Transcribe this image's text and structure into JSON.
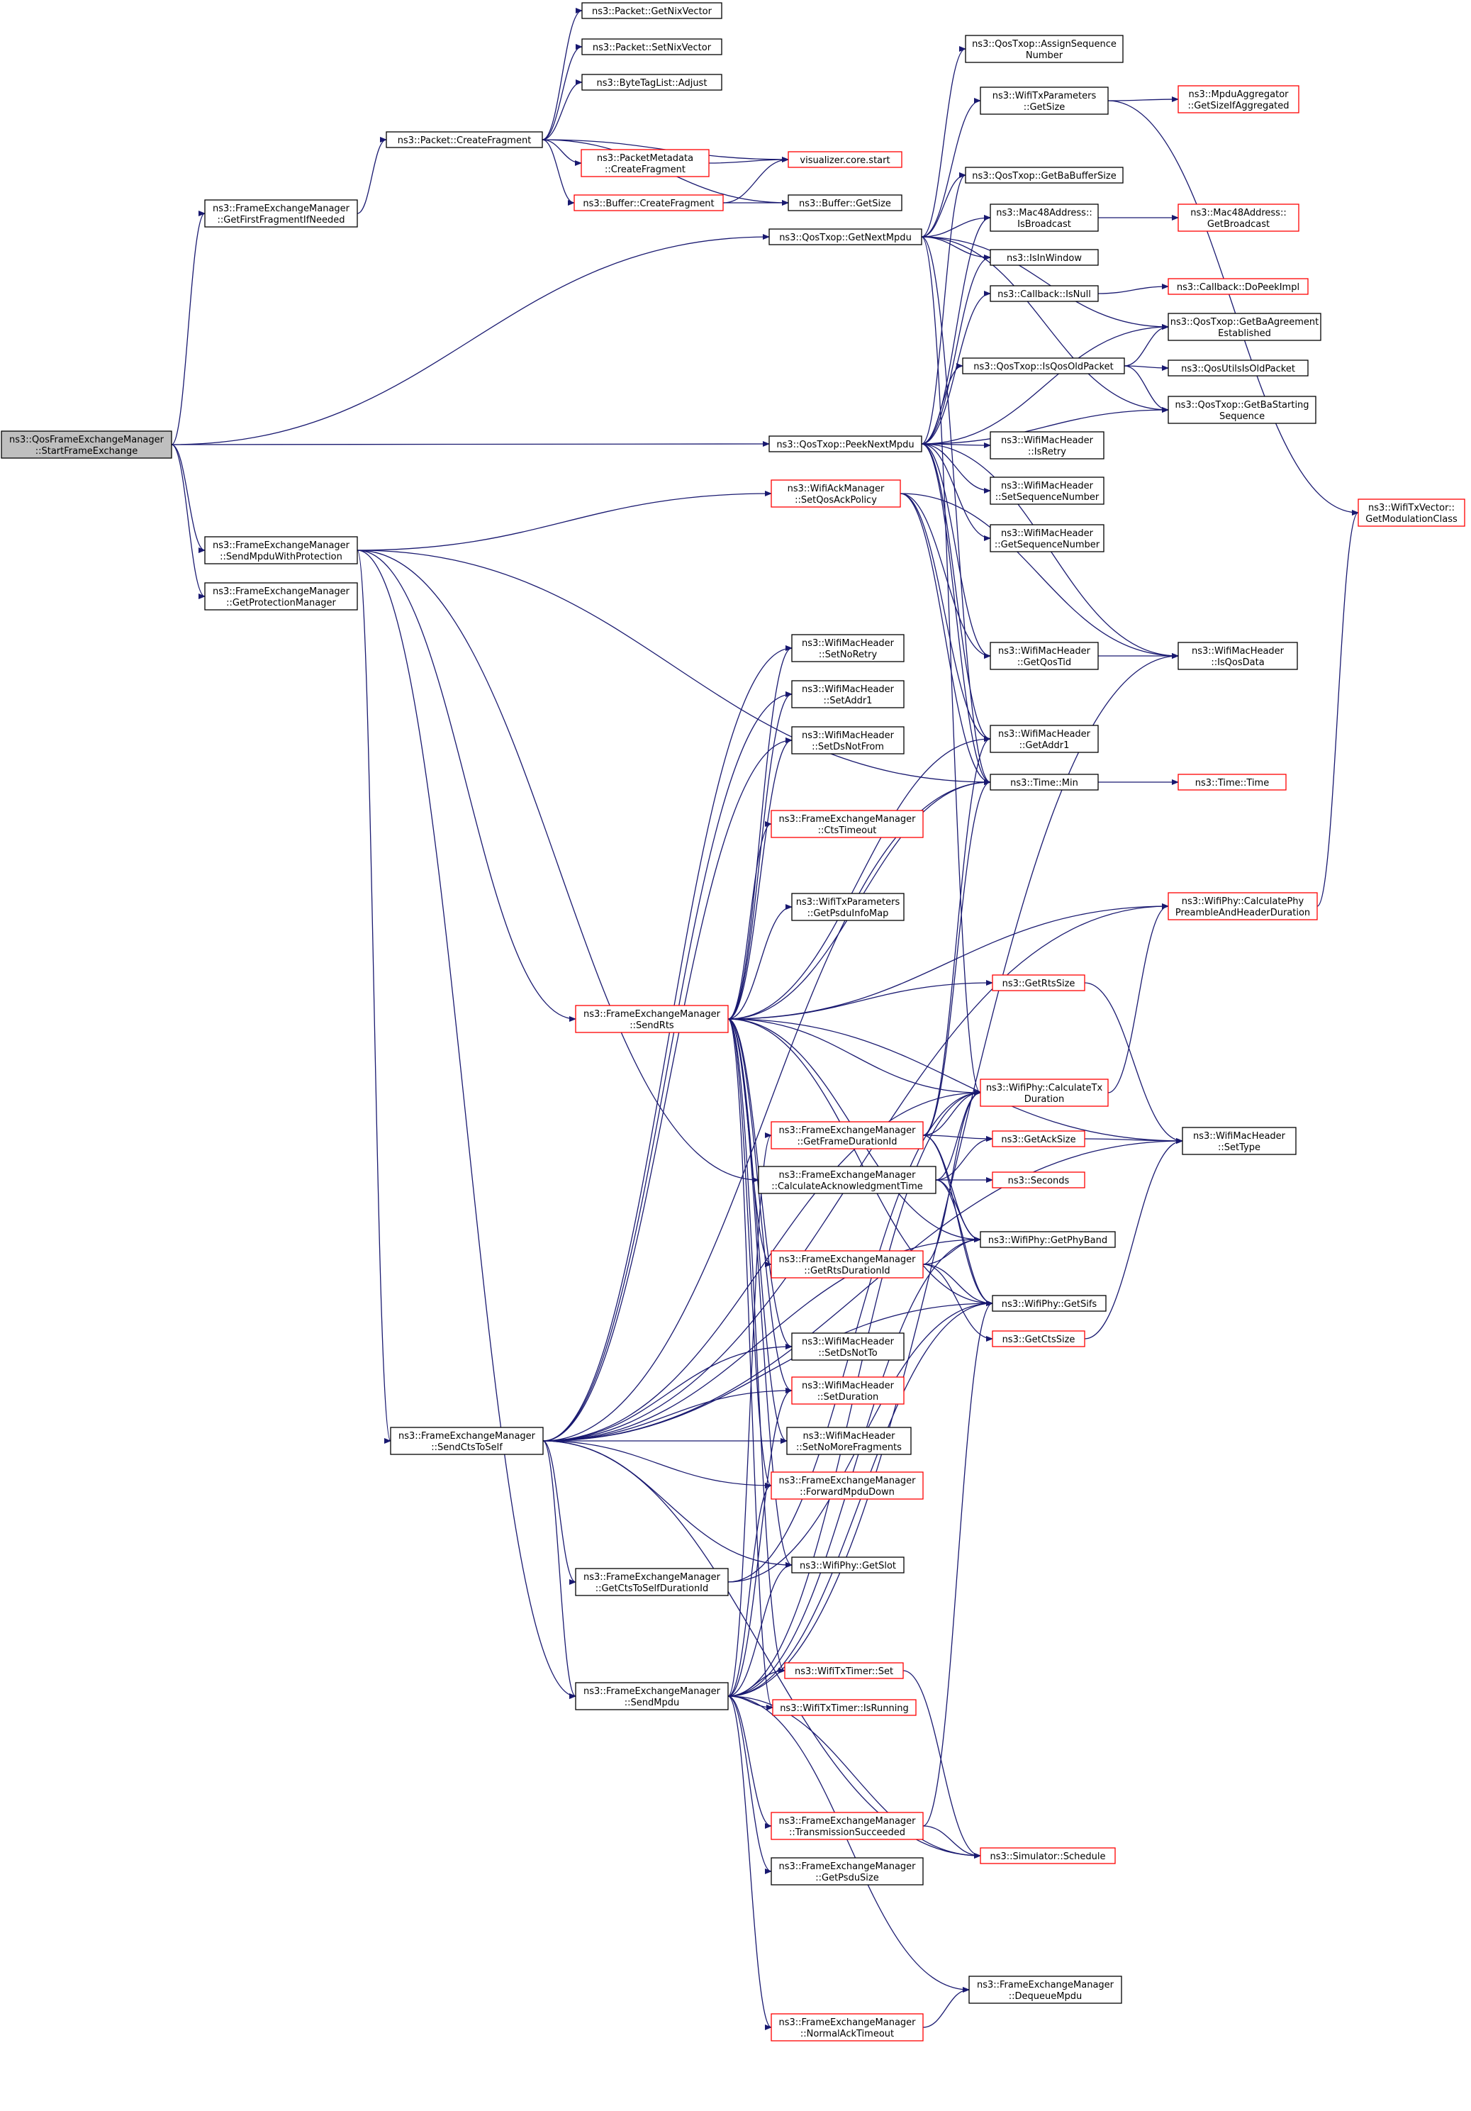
{
  "colors": {
    "edge": "#191970",
    "node_border_black": "#000000",
    "node_border_red": "#ff0000",
    "node_fill": "#ffffff",
    "root_fill": "#bfbfbf",
    "text": "#000000"
  },
  "nodes": [
    {
      "id": "root",
      "lines": [
        "ns3::QosFrameExchangeManager",
        "::StartFrameExchange"
      ],
      "style": "root"
    },
    {
      "id": "getFirstFragment",
      "lines": [
        "ns3::FrameExchangeManager",
        "::GetFirstFragmentIfNeeded"
      ],
      "style": "black"
    },
    {
      "id": "sendMpduWithProtection",
      "lines": [
        "ns3::FrameExchangeManager",
        "::SendMpduWithProtection"
      ],
      "style": "black"
    },
    {
      "id": "getProtectionManager",
      "lines": [
        "ns3::FrameExchangeManager",
        "::GetProtectionManager"
      ],
      "style": "black"
    },
    {
      "id": "createFragment",
      "lines": [
        "ns3::Packet::CreateFragment"
      ],
      "style": "black"
    },
    {
      "id": "getNixVector",
      "lines": [
        "ns3::Packet::GetNixVector"
      ],
      "style": "black"
    },
    {
      "id": "setNixVector",
      "lines": [
        "ns3::Packet::SetNixVector"
      ],
      "style": "black"
    },
    {
      "id": "byteTagAdjust",
      "lines": [
        "ns3::ByteTagList::Adjust"
      ],
      "style": "black"
    },
    {
      "id": "pmCreateFragment",
      "lines": [
        "ns3::PacketMetadata",
        "::CreateFragment"
      ],
      "style": "red"
    },
    {
      "id": "bufCreateFragment",
      "lines": [
        "ns3::Buffer::CreateFragment"
      ],
      "style": "red"
    },
    {
      "id": "vizStart",
      "lines": [
        "visualizer.core.start"
      ],
      "style": "red"
    },
    {
      "id": "bufGetSize",
      "lines": [
        "ns3::Buffer::GetSize"
      ],
      "style": "black"
    },
    {
      "id": "getNextMpdu",
      "lines": [
        "ns3::QosTxop::GetNextMpdu"
      ],
      "style": "black"
    },
    {
      "id": "peekNextMpdu",
      "lines": [
        "ns3::QosTxop::PeekNextMpdu"
      ],
      "style": "black"
    },
    {
      "id": "assignSeq",
      "lines": [
        "ns3::QosTxop::AssignSequence",
        "Number"
      ],
      "style": "black"
    },
    {
      "id": "txParamsGetSize",
      "lines": [
        "ns3::WifiTxParameters",
        "::GetSize"
      ],
      "style": "black"
    },
    {
      "id": "mpduAggGetSize",
      "lines": [
        "ns3::MpduAggregator",
        "::GetSizeIfAggregated"
      ],
      "style": "red"
    },
    {
      "id": "getBaBufferSize",
      "lines": [
        "ns3::QosTxop::GetBaBufferSize"
      ],
      "style": "black"
    },
    {
      "id": "macIsBroadcast",
      "lines": [
        "ns3::Mac48Address::",
        "IsBroadcast"
      ],
      "style": "black"
    },
    {
      "id": "macGetBroadcast",
      "lines": [
        "ns3::Mac48Address::",
        "GetBroadcast"
      ],
      "style": "red"
    },
    {
      "id": "isInWindow",
      "lines": [
        "ns3::IsInWindow"
      ],
      "style": "black"
    },
    {
      "id": "cbIsNull",
      "lines": [
        "ns3::Callback::IsNull"
      ],
      "style": "black"
    },
    {
      "id": "cbDoPeekImpl",
      "lines": [
        "ns3::Callback::DoPeekImpl"
      ],
      "style": "red"
    },
    {
      "id": "getBaAgreement",
      "lines": [
        "ns3::QosTxop::GetBaAgreement",
        "Established"
      ],
      "style": "black"
    },
    {
      "id": "isQosOldPacket",
      "lines": [
        "ns3::QosTxop::IsQosOldPacket"
      ],
      "style": "black"
    },
    {
      "id": "qosUtilsIsOld",
      "lines": [
        "ns3::QosUtilsIsOldPacket"
      ],
      "style": "black"
    },
    {
      "id": "getBaStartSeq",
      "lines": [
        "ns3::QosTxop::GetBaStarting",
        "Sequence"
      ],
      "style": "black"
    },
    {
      "id": "wmhIsRetry",
      "lines": [
        "ns3::WifiMacHeader",
        "::IsRetry"
      ],
      "style": "black"
    },
    {
      "id": "wmhSetSeq",
      "lines": [
        "ns3::WifiMacHeader",
        "::SetSequenceNumber"
      ],
      "style": "black"
    },
    {
      "id": "wmhGetSeq",
      "lines": [
        "ns3::WifiMacHeader",
        "::GetSequenceNumber"
      ],
      "style": "black"
    },
    {
      "id": "getModClass",
      "lines": [
        "ns3::WifiTxVector::",
        "GetModulationClass"
      ],
      "style": "red"
    },
    {
      "id": "setQosAckPolicy",
      "lines": [
        "ns3::WifiAckManager",
        "::SetQosAckPolicy"
      ],
      "style": "red"
    },
    {
      "id": "wmhSetNoRetry",
      "lines": [
        "ns3::WifiMacHeader",
        "::SetNoRetry"
      ],
      "style": "black"
    },
    {
      "id": "wmhSetAddr1",
      "lines": [
        "ns3::WifiMacHeader",
        "::SetAddr1"
      ],
      "style": "black"
    },
    {
      "id": "wmhSetDsNotFrom",
      "lines": [
        "ns3::WifiMacHeader",
        "::SetDsNotFrom"
      ],
      "style": "black"
    },
    {
      "id": "wmhGetQosTid",
      "lines": [
        "ns3::WifiMacHeader",
        "::GetQosTid"
      ],
      "style": "black"
    },
    {
      "id": "wmhIsQosData",
      "lines": [
        "ns3::WifiMacHeader",
        "::IsQosData"
      ],
      "style": "black"
    },
    {
      "id": "wmhGetAddr1",
      "lines": [
        "ns3::WifiMacHeader",
        "::GetAddr1"
      ],
      "style": "black"
    },
    {
      "id": "timeMin",
      "lines": [
        "ns3::Time::Min"
      ],
      "style": "black"
    },
    {
      "id": "timeTime",
      "lines": [
        "ns3::Time::Time"
      ],
      "style": "red"
    },
    {
      "id": "ctsTimeout",
      "lines": [
        "ns3::FrameExchangeManager",
        "::CtsTimeout"
      ],
      "style": "red"
    },
    {
      "id": "getPsduInfoMap",
      "lines": [
        "ns3::WifiTxParameters",
        "::GetPsduInfoMap"
      ],
      "style": "black"
    },
    {
      "id": "calcPreamble",
      "lines": [
        "ns3::WifiPhy::CalculatePhy",
        "PreambleAndHeaderDuration"
      ],
      "style": "red"
    },
    {
      "id": "sendRts",
      "lines": [
        "ns3::FrameExchangeManager",
        "::SendRts"
      ],
      "style": "red"
    },
    {
      "id": "getRtsSize",
      "lines": [
        "ns3::GetRtsSize"
      ],
      "style": "red"
    },
    {
      "id": "calcTxDuration",
      "lines": [
        "ns3::WifiPhy::CalculateTx",
        "Duration"
      ],
      "style": "red"
    },
    {
      "id": "getFrameDurationId",
      "lines": [
        "ns3::FrameExchangeManager",
        "::GetFrameDurationId"
      ],
      "style": "red"
    },
    {
      "id": "getAckSize",
      "lines": [
        "ns3::GetAckSize"
      ],
      "style": "red"
    },
    {
      "id": "wmhSetType",
      "lines": [
        "ns3::WifiMacHeader",
        "::SetType"
      ],
      "style": "black"
    },
    {
      "id": "calcAckTime",
      "lines": [
        "ns3::FrameExchangeManager",
        "::CalculateAcknowledgmentTime"
      ],
      "style": "black"
    },
    {
      "id": "seconds",
      "lines": [
        "ns3::Seconds"
      ],
      "style": "red"
    },
    {
      "id": "getRtsDurationId",
      "lines": [
        "ns3::FrameExchangeManager",
        "::GetRtsDurationId"
      ],
      "style": "red"
    },
    {
      "id": "getPhyBand",
      "lines": [
        "ns3::WifiPhy::GetPhyBand"
      ],
      "style": "black"
    },
    {
      "id": "getSifs",
      "lines": [
        "ns3::WifiPhy::GetSifs"
      ],
      "style": "black"
    },
    {
      "id": "getCtsSize",
      "lines": [
        "ns3::GetCtsSize"
      ],
      "style": "red"
    },
    {
      "id": "wmhSetDsNotTo",
      "lines": [
        "ns3::WifiMacHeader",
        "::SetDsNotTo"
      ],
      "style": "black"
    },
    {
      "id": "wmhSetDuration",
      "lines": [
        "ns3::WifiMacHeader",
        "::SetDuration"
      ],
      "style": "red"
    },
    {
      "id": "sendCtsToSelf",
      "lines": [
        "ns3::FrameExchangeManager",
        "::SendCtsToSelf"
      ],
      "style": "black"
    },
    {
      "id": "wmhSetNoMoreFrag",
      "lines": [
        "ns3::WifiMacHeader",
        "::SetNoMoreFragments"
      ],
      "style": "black"
    },
    {
      "id": "forwardMpduDown",
      "lines": [
        "ns3::FrameExchangeManager",
        "::ForwardMpduDown"
      ],
      "style": "red"
    },
    {
      "id": "getCtsToSelfDur",
      "lines": [
        "ns3::FrameExchangeManager",
        "::GetCtsToSelfDurationId"
      ],
      "style": "black"
    },
    {
      "id": "getSlot",
      "lines": [
        "ns3::WifiPhy::GetSlot"
      ],
      "style": "black"
    },
    {
      "id": "sendMpdu",
      "lines": [
        "ns3::FrameExchangeManager",
        "::SendMpdu"
      ],
      "style": "black"
    },
    {
      "id": "timerSet",
      "lines": [
        "ns3::WifiTxTimer::Set"
      ],
      "style": "red"
    },
    {
      "id": "timerIsRunning",
      "lines": [
        "ns3::WifiTxTimer::IsRunning"
      ],
      "style": "red"
    },
    {
      "id": "txSucceeded",
      "lines": [
        "ns3::FrameExchangeManager",
        "::TransmissionSucceeded"
      ],
      "style": "red"
    },
    {
      "id": "simSchedule",
      "lines": [
        "ns3::Simulator::Schedule"
      ],
      "style": "red"
    },
    {
      "id": "getPsduSize",
      "lines": [
        "ns3::FrameExchangeManager",
        "::GetPsduSize"
      ],
      "style": "black"
    },
    {
      "id": "dequeueMpdu",
      "lines": [
        "ns3::FrameExchangeManager",
        "::DequeueMpdu"
      ],
      "style": "black"
    },
    {
      "id": "normalAckTimeout",
      "lines": [
        "ns3::FrameExchangeManager",
        "::NormalAckTimeout"
      ],
      "style": "red"
    }
  ],
  "edges": [
    [
      "root",
      "getFirstFragment"
    ],
    [
      "root",
      "getNextMpdu"
    ],
    [
      "root",
      "peekNextMpdu"
    ],
    [
      "root",
      "sendMpduWithProtection"
    ],
    [
      "root",
      "getProtectionManager"
    ],
    [
      "getFirstFragment",
      "createFragment"
    ],
    [
      "createFragment",
      "getNixVector"
    ],
    [
      "createFragment",
      "setNixVector"
    ],
    [
      "createFragment",
      "byteTagAdjust"
    ],
    [
      "createFragment",
      "pmCreateFragment"
    ],
    [
      "createFragment",
      "bufCreateFragment"
    ],
    [
      "createFragment",
      "vizStart"
    ],
    [
      "createFragment",
      "bufGetSize"
    ],
    [
      "pmCreateFragment",
      "vizStart"
    ],
    [
      "bufCreateFragment",
      "vizStart"
    ],
    [
      "bufCreateFragment",
      "bufGetSize"
    ],
    [
      "getNextMpdu",
      "assignSeq"
    ],
    [
      "getNextMpdu",
      "txParamsGetSize"
    ],
    [
      "getNextMpdu",
      "getBaBufferSize"
    ],
    [
      "getNextMpdu",
      "macIsBroadcast"
    ],
    [
      "getNextMpdu",
      "isInWindow"
    ],
    [
      "getNextMpdu",
      "getBaAgreement"
    ],
    [
      "getNextMpdu",
      "getBaStartSeq"
    ],
    [
      "getNextMpdu",
      "timeMin"
    ],
    [
      "getNextMpdu",
      "calcTxDuration"
    ],
    [
      "txParamsGetSize",
      "mpduAggGetSize"
    ],
    [
      "txParamsGetSize",
      "getModClass"
    ],
    [
      "macIsBroadcast",
      "macGetBroadcast"
    ],
    [
      "cbIsNull",
      "cbDoPeekImpl"
    ],
    [
      "isQosOldPacket",
      "qosUtilsIsOld"
    ],
    [
      "isQosOldPacket",
      "getBaAgreement"
    ],
    [
      "isQosOldPacket",
      "getBaStartSeq"
    ],
    [
      "peekNextMpdu",
      "getBaBufferSize"
    ],
    [
      "peekNextMpdu",
      "macIsBroadcast"
    ],
    [
      "peekNextMpdu",
      "isInWindow"
    ],
    [
      "peekNextMpdu",
      "cbIsNull"
    ],
    [
      "peekNextMpdu",
      "getBaAgreement"
    ],
    [
      "peekNextMpdu",
      "isQosOldPacket"
    ],
    [
      "peekNextMpdu",
      "getBaStartSeq"
    ],
    [
      "peekNextMpdu",
      "wmhIsRetry"
    ],
    [
      "peekNextMpdu",
      "wmhSetSeq"
    ],
    [
      "peekNextMpdu",
      "wmhGetSeq"
    ],
    [
      "peekNextMpdu",
      "wmhGetQosTid"
    ],
    [
      "peekNextMpdu",
      "wmhIsQosData"
    ],
    [
      "peekNextMpdu",
      "wmhGetAddr1"
    ],
    [
      "peekNextMpdu",
      "timeMin"
    ],
    [
      "sendMpduWithProtection",
      "setQosAckPolicy"
    ],
    [
      "sendMpduWithProtection",
      "sendRts"
    ],
    [
      "sendMpduWithProtection",
      "sendCtsToSelf"
    ],
    [
      "sendMpduWithProtection",
      "sendMpdu"
    ],
    [
      "sendMpduWithProtection",
      "calcAckTime"
    ],
    [
      "sendMpduWithProtection",
      "timeMin"
    ],
    [
      "setQosAckPolicy",
      "wmhGetQosTid"
    ],
    [
      "setQosAckPolicy",
      "wmhIsQosData"
    ],
    [
      "setQosAckPolicy",
      "wmhGetAddr1"
    ],
    [
      "setQosAckPolicy",
      "timeMin"
    ],
    [
      "wmhGetQosTid",
      "wmhIsQosData"
    ],
    [
      "timeMin",
      "timeTime"
    ],
    [
      "calcPreamble",
      "getModClass"
    ],
    [
      "calcTxDuration",
      "calcPreamble"
    ],
    [
      "getRtsSize",
      "wmhSetType"
    ],
    [
      "getAckSize",
      "wmhSetType"
    ],
    [
      "getCtsSize",
      "wmhSetType"
    ],
    [
      "sendRts",
      "wmhSetNoRetry"
    ],
    [
      "sendRts",
      "wmhSetAddr1"
    ],
    [
      "sendRts",
      "wmhSetDsNotFrom"
    ],
    [
      "sendRts",
      "timeMin"
    ],
    [
      "sendRts",
      "ctsTimeout"
    ],
    [
      "sendRts",
      "getPsduInfoMap"
    ],
    [
      "sendRts",
      "calcPreamble"
    ],
    [
      "sendRts",
      "getRtsSize"
    ],
    [
      "sendRts",
      "calcTxDuration"
    ],
    [
      "sendRts",
      "wmhSetType"
    ],
    [
      "sendRts",
      "getRtsDurationId"
    ],
    [
      "sendRts",
      "getPhyBand"
    ],
    [
      "sendRts",
      "getSifs"
    ],
    [
      "sendRts",
      "wmhSetDsNotTo"
    ],
    [
      "sendRts",
      "wmhSetDuration"
    ],
    [
      "sendRts",
      "wmhSetNoMoreFrag"
    ],
    [
      "sendRts",
      "forwardMpduDown"
    ],
    [
      "sendRts",
      "getSlot"
    ],
    [
      "sendRts",
      "timerSet"
    ],
    [
      "sendRts",
      "timerIsRunning"
    ],
    [
      "sendRts",
      "wmhGetAddr1"
    ],
    [
      "getFrameDurationId",
      "calcTxDuration"
    ],
    [
      "getFrameDurationId",
      "getAckSize"
    ],
    [
      "getFrameDurationId",
      "getPhyBand"
    ],
    [
      "getFrameDurationId",
      "getSifs"
    ],
    [
      "getFrameDurationId",
      "wmhGetAddr1"
    ],
    [
      "getFrameDurationId",
      "timeMin"
    ],
    [
      "calcAckTime",
      "calcTxDuration"
    ],
    [
      "calcAckTime",
      "getAckSize"
    ],
    [
      "calcAckTime",
      "seconds"
    ],
    [
      "calcAckTime",
      "getPhyBand"
    ],
    [
      "calcAckTime",
      "getSifs"
    ],
    [
      "getRtsDurationId",
      "calcTxDuration"
    ],
    [
      "getRtsDurationId",
      "getPhyBand"
    ],
    [
      "getRtsDurationId",
      "getSifs"
    ],
    [
      "getRtsDurationId",
      "getCtsSize"
    ],
    [
      "sendCtsToSelf",
      "wmhSetNoRetry"
    ],
    [
      "sendCtsToSelf",
      "wmhSetAddr1"
    ],
    [
      "sendCtsToSelf",
      "wmhSetDsNotFrom"
    ],
    [
      "sendCtsToSelf",
      "timeMin"
    ],
    [
      "sendCtsToSelf",
      "calcPreamble"
    ],
    [
      "sendCtsToSelf",
      "getPhyBand"
    ],
    [
      "sendCtsToSelf",
      "getSifs"
    ],
    [
      "sendCtsToSelf",
      "wmhSetDsNotTo"
    ],
    [
      "sendCtsToSelf",
      "wmhSetDuration"
    ],
    [
      "sendCtsToSelf",
      "wmhSetNoMoreFrag"
    ],
    [
      "sendCtsToSelf",
      "forwardMpduDown"
    ],
    [
      "sendCtsToSelf",
      "getCtsToSelfDur"
    ],
    [
      "sendCtsToSelf",
      "getSlot"
    ],
    [
      "sendCtsToSelf",
      "sendMpdu"
    ],
    [
      "sendCtsToSelf",
      "simSchedule"
    ],
    [
      "sendCtsToSelf",
      "wmhSetType"
    ],
    [
      "sendCtsToSelf",
      "calcTxDuration"
    ],
    [
      "getCtsToSelfDur",
      "calcTxDuration"
    ],
    [
      "getCtsToSelfDur",
      "getSifs"
    ],
    [
      "sendMpdu",
      "timerSet"
    ],
    [
      "sendMpdu",
      "timerIsRunning"
    ],
    [
      "sendMpdu",
      "forwardMpduDown"
    ],
    [
      "sendMpdu",
      "getSlot"
    ],
    [
      "sendMpdu",
      "getFrameDurationId"
    ],
    [
      "sendMpdu",
      "txSucceeded"
    ],
    [
      "sendMpdu",
      "getPsduSize"
    ],
    [
      "sendMpdu",
      "simSchedule"
    ],
    [
      "sendMpdu",
      "dequeueMpdu"
    ],
    [
      "sendMpdu",
      "normalAckTimeout"
    ],
    [
      "sendMpdu",
      "getPhyBand"
    ],
    [
      "sendMpdu",
      "getSifs"
    ],
    [
      "sendMpdu",
      "calcTxDuration"
    ],
    [
      "sendMpdu",
      "wmhSetDuration"
    ],
    [
      "sendMpdu",
      "wmhIsQosData"
    ],
    [
      "timerSet",
      "simSchedule"
    ],
    [
      "txSucceeded",
      "simSchedule"
    ],
    [
      "txSucceeded",
      "getSifs"
    ],
    [
      "normalAckTimeout",
      "dequeueMpdu"
    ]
  ]
}
